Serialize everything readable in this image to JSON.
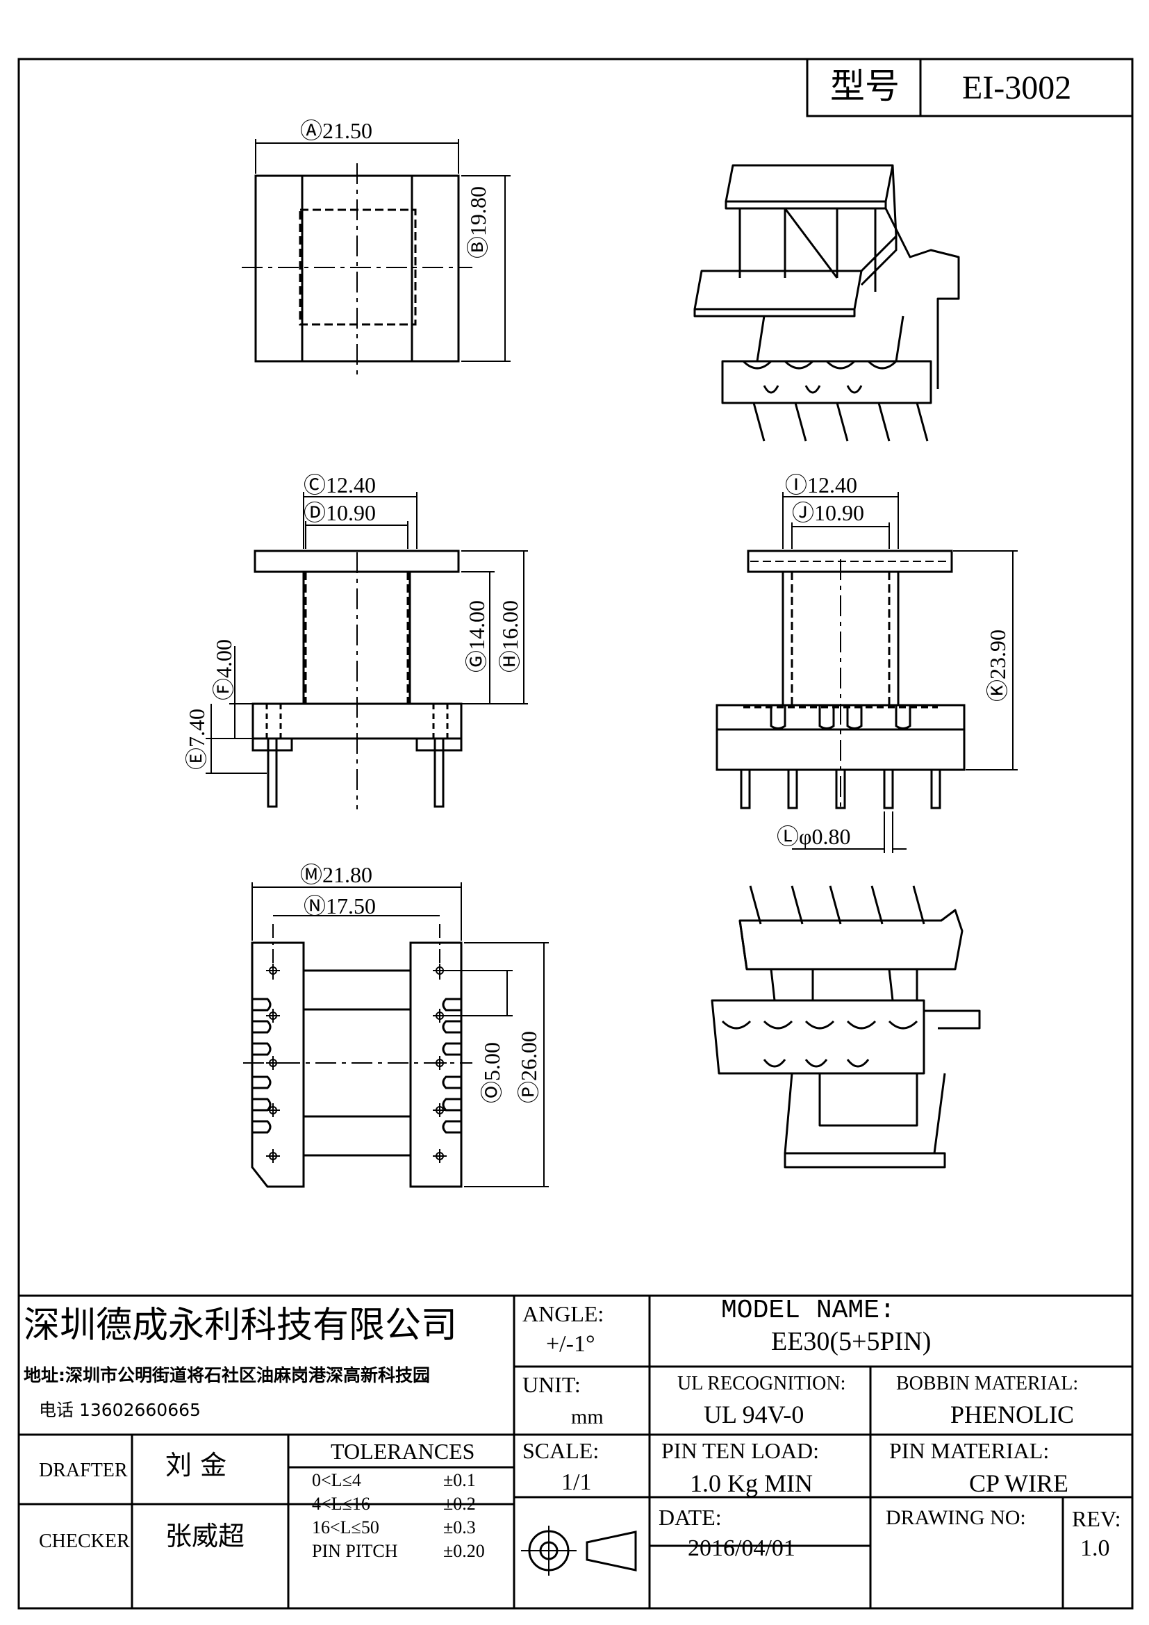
{
  "header": {
    "model_label": "型号",
    "model_value": "EI-3002"
  },
  "dimensions": {
    "top_width": "Ⓐ21.50",
    "top_height": "Ⓑ19.80",
    "front_c": "Ⓒ12.40",
    "front_d": "Ⓓ10.90",
    "front_f": "Ⓕ4.00",
    "front_e": "Ⓔ7.40",
    "front_g": "Ⓖ14.00",
    "front_h": "Ⓗ16.00",
    "side_i": "Ⓘ12.40",
    "side_j": "Ⓙ10.90",
    "side_k": "Ⓚ23.90",
    "side_l": "Ⓛφ0.80",
    "bottom_m": "Ⓜ21.80",
    "bottom_n": "Ⓝ17.50",
    "bottom_o": "Ⓞ5.00",
    "bottom_p": "Ⓟ26.00"
  },
  "title_block": {
    "company": "深圳德成永利科技有限公司",
    "address": "地址:深圳市公明街道将石社区油麻岗港深高新科技园",
    "phone": "电话 13602660665",
    "angle_label": "ANGLE:",
    "angle_value": "+/-1°",
    "model_name_label": "MODEL NAME:",
    "model_name_value": "EE30(5+5PIN)",
    "unit_label": "UNIT:",
    "unit_value": "mm",
    "ul_label": "UL RECOGNITION:",
    "ul_value": "UL 94V-0",
    "bobbin_label": "BOBBIN MATERIAL:",
    "bobbin_value": "PHENOLIC",
    "drafter_label": "DRAFTER",
    "drafter_value": "刘  金",
    "tolerances_label": "TOLERANCES",
    "tol_rows": [
      {
        "range": "0<L≤4",
        "value": "±0.1"
      },
      {
        "range": "4<L≤16",
        "value": "±0.2"
      },
      {
        "range": "16<L≤50",
        "value": "±0.3"
      },
      {
        "range": "PIN PITCH",
        "value": "±0.20"
      }
    ],
    "scale_label": "SCALE:",
    "scale_value": "1/1",
    "pin_ten_label": "PIN TEN LOAD:",
    "pin_ten_value": "1.0 Kg MIN",
    "pin_mat_label": "PIN MATERIAL:",
    "pin_mat_value": "CP WIRE",
    "checker_label": "CHECKER",
    "checker_value": "张威超",
    "date_label": "DATE:",
    "date_value": "2016/04/01",
    "drawing_no_label": "DRAWING NO:",
    "rev_label": "REV:",
    "rev_value": "1.0"
  }
}
